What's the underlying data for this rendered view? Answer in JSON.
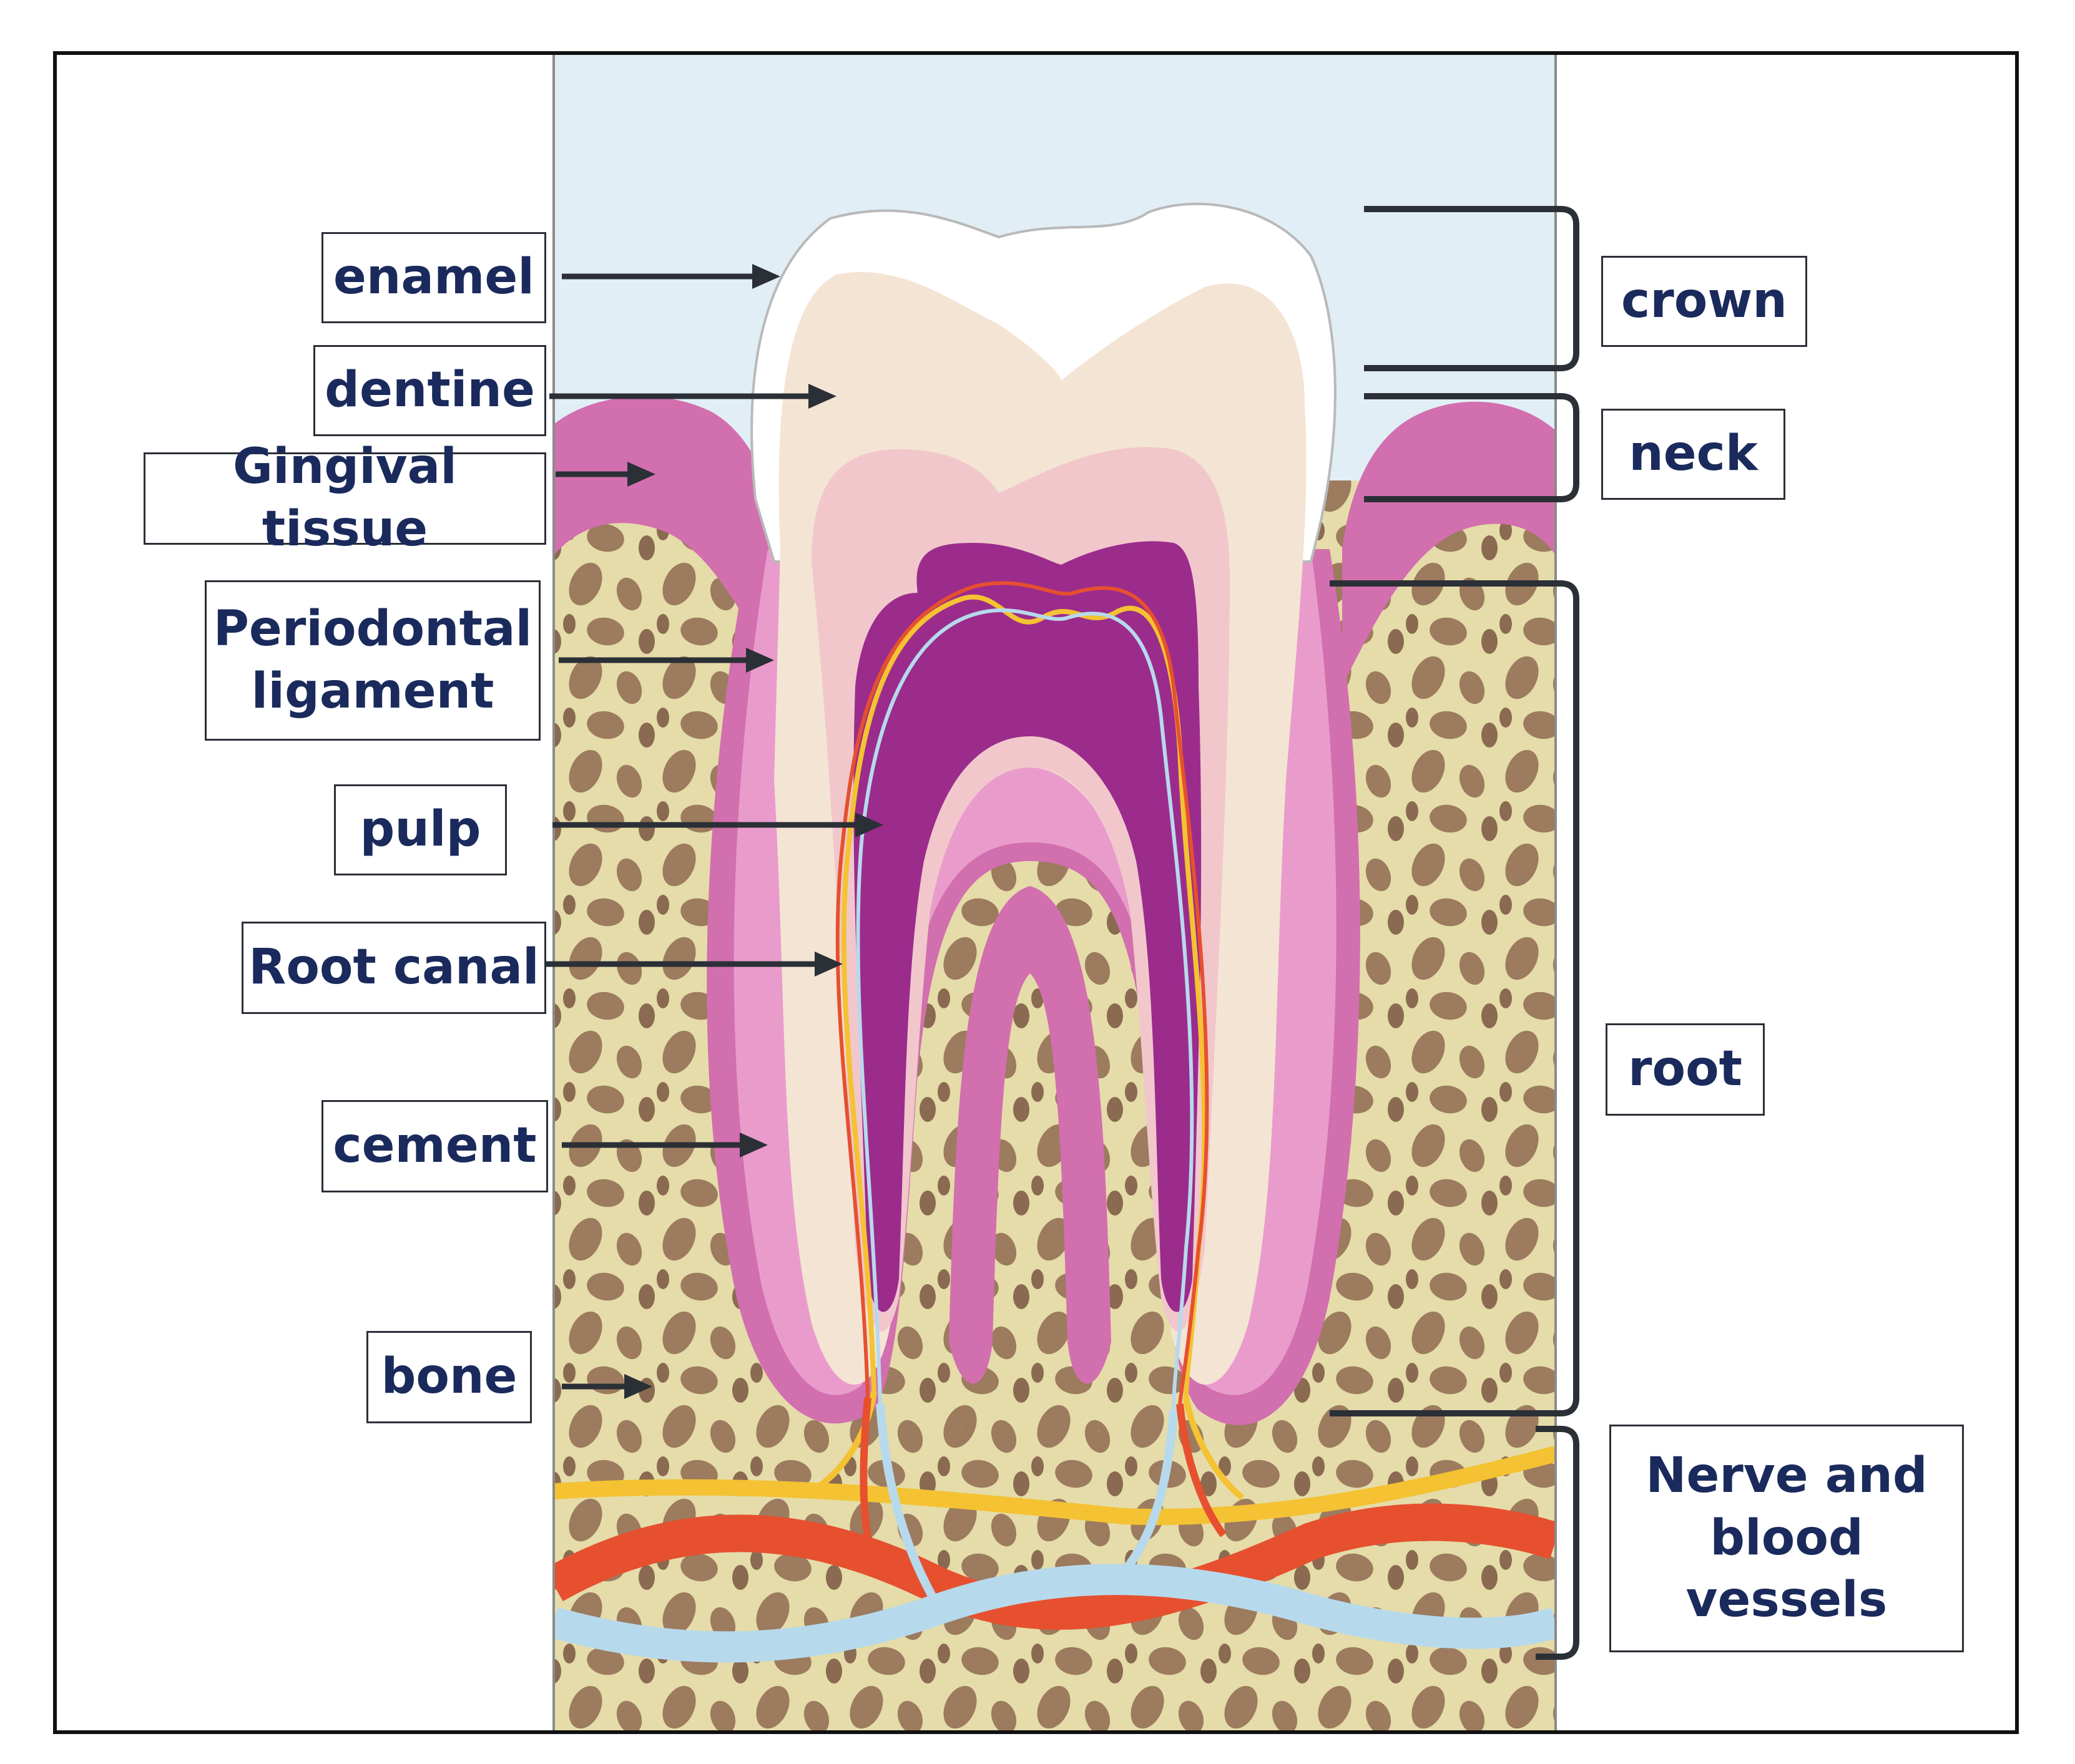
{
  "labels": {
    "enamel": "enamel",
    "dentine": "dentine",
    "gingival": "Gingival tissue",
    "periodontal": "Periodontal\nligament",
    "pulp": "pulp",
    "root_canal": "Root canal",
    "cement": "cement",
    "bone": "bone",
    "crown": "crown",
    "neck": "neck",
    "root": "root",
    "nerve": "Nerve and\nblood\nvessels"
  },
  "colors": {
    "background_top": "#e1eef6",
    "bone_matrix": "#e5dca9",
    "bone_pores": "#9c7b5e",
    "gingiva": "#d26fae",
    "enamel": "#ffffff",
    "dentine": "#f4e4d4",
    "inner_dentine": "#f1c7cc",
    "pulp": "#9b2c8c",
    "nerve_yellow": "#f4c232",
    "artery_red": "#e6502f",
    "vein_blue": "#b7d9ec",
    "label_text": "#1a2a5c",
    "arrow": "#2b2f36"
  }
}
